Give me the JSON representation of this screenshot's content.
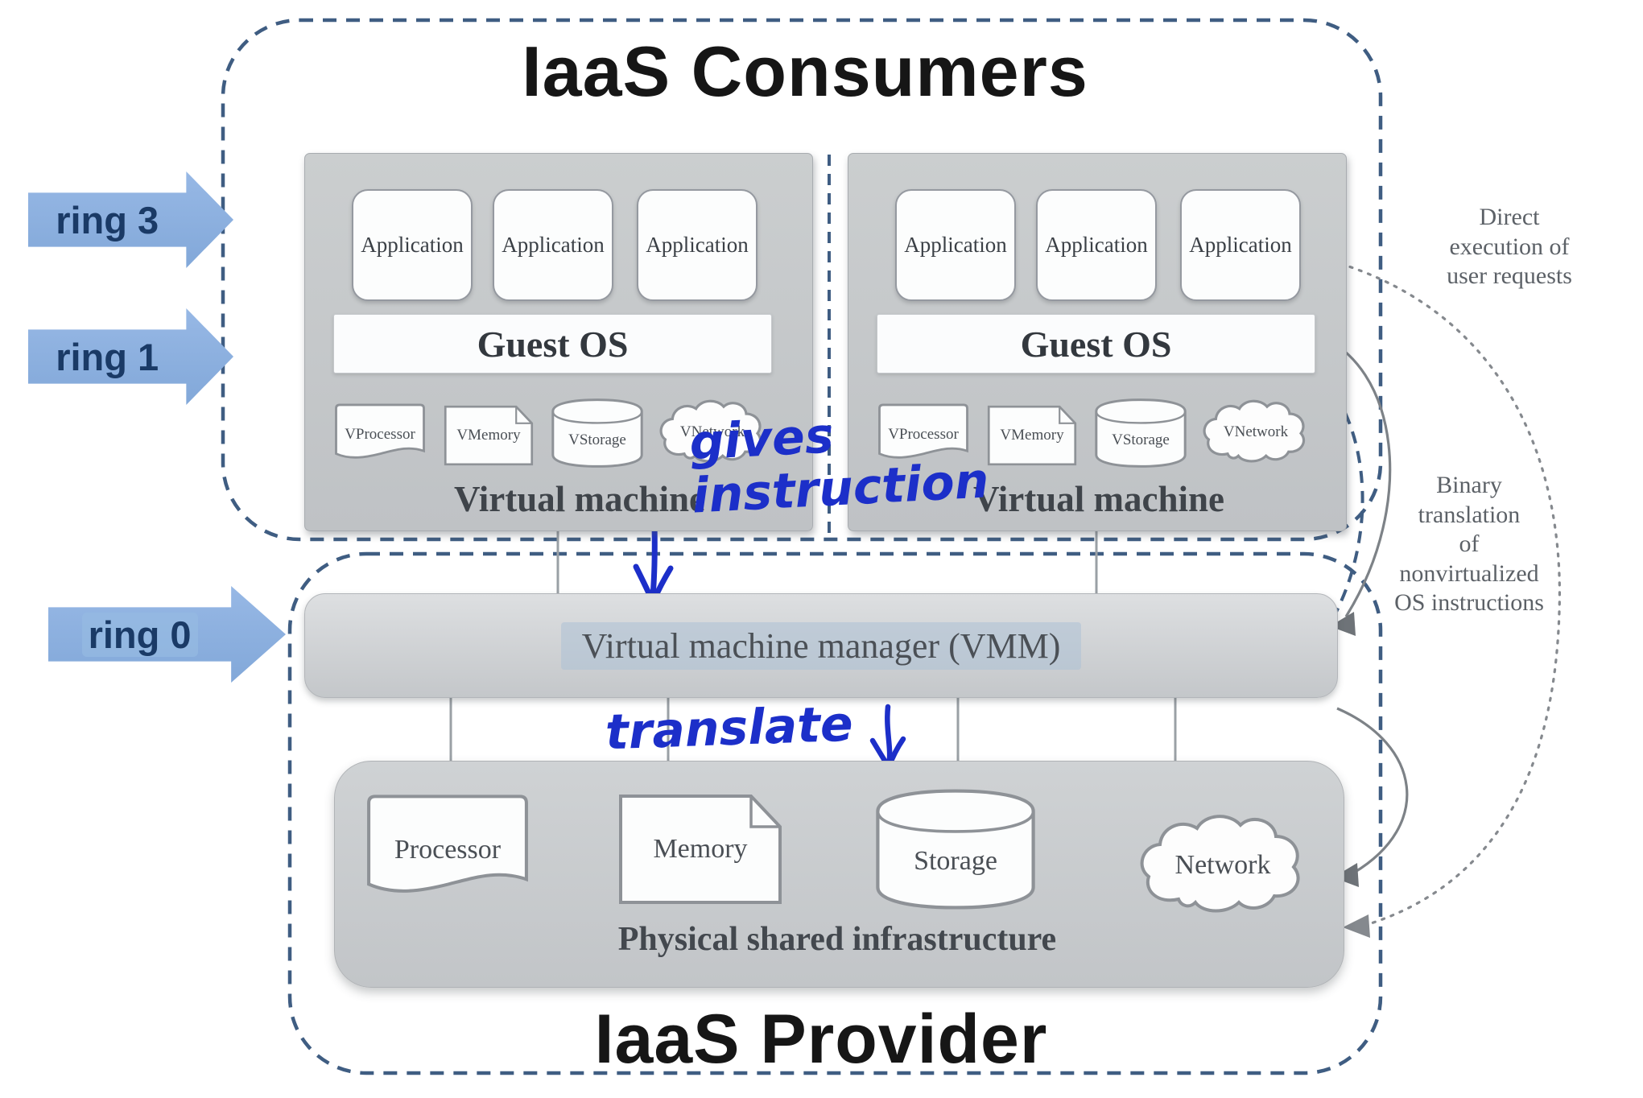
{
  "titles": {
    "consumers": "IaaS Consumers",
    "provider": "IaaS Provider"
  },
  "rings": {
    "ring3": "ring 3",
    "ring1": "ring 1",
    "ring0": "ring 0"
  },
  "vm": {
    "application": "Application",
    "guest_os": "Guest OS",
    "caption": "Virtual machine",
    "vprocessor": "VProcessor",
    "vmemory": "VMemory",
    "vstorage": "VStorage",
    "vnetwork": "VNetwork"
  },
  "vmm_label": "Virtual machine manager (VMM)",
  "physical": {
    "processor": "Processor",
    "memory": "Memory",
    "storage": "Storage",
    "network": "Network",
    "caption": "Physical shared infrastructure"
  },
  "handwriting": {
    "gives": "gives",
    "instruction": "instruction",
    "translate": "translate"
  },
  "side_labels": {
    "direct_l1": "Direct",
    "direct_l2": "execution of",
    "direct_l3": "user requests",
    "binary_l1": "Binary",
    "binary_l2": "translation",
    "binary_l3": "of",
    "binary_l4": "nonvirtualized",
    "binary_l5": "OS instructions"
  },
  "colors": {
    "dash_border": "#3f5d82",
    "ring_fill": "#8cb1de",
    "ring_text": "#1a3a66",
    "handwriting_blue": "#1c2fc9",
    "curve_gray": "#85898e",
    "highlight": "#aec4da"
  }
}
